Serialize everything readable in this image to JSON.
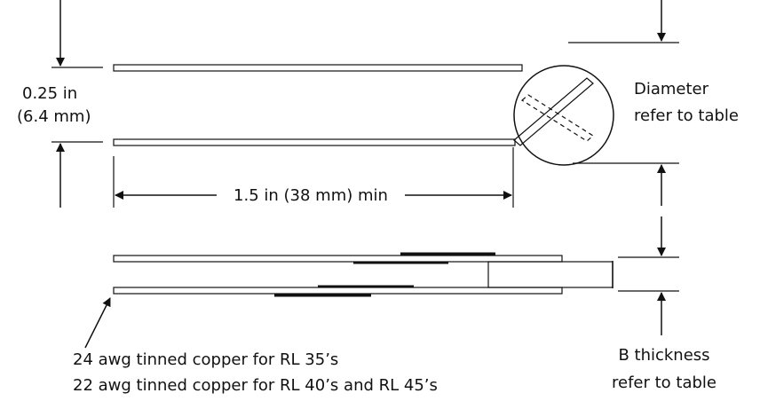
{
  "top_view": {
    "spacing_label_line1": "0.25 in",
    "spacing_label_line2": "(6.4 mm)",
    "length_label": "1.5 in (38 mm) min",
    "diameter_label_line1": "Diameter",
    "diameter_label_line2": "refer to table"
  },
  "side_view": {
    "wire_note_line1": "24 awg tinned copper for RL 35’s",
    "wire_note_line2": "22 awg tinned copper for RL 40’s and RL 45’s",
    "thickness_label_line1": "B thickness",
    "thickness_label_line2": "refer to table"
  },
  "colors": {
    "stroke": "#111111",
    "background": "#ffffff"
  }
}
